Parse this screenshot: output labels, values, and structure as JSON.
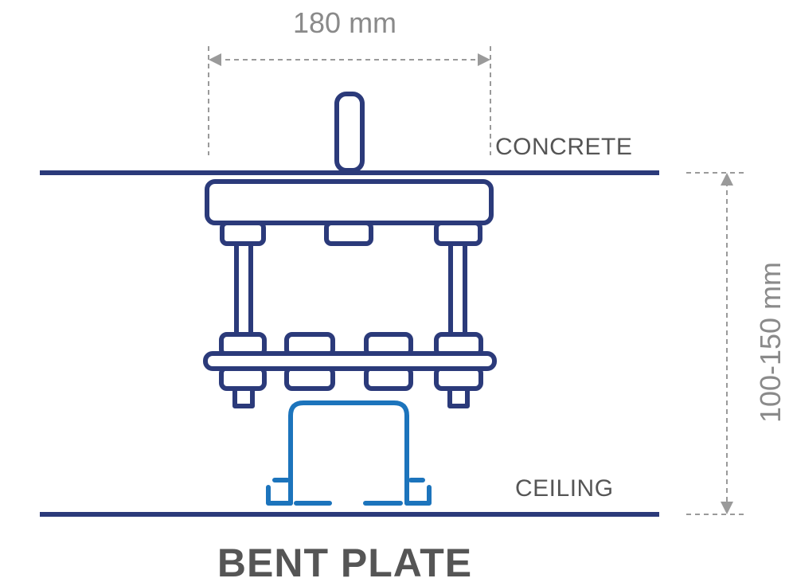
{
  "diagram": {
    "dimension_width": "180 mm",
    "dimension_height": "100-150 mm",
    "label_concrete": "CONCRETE",
    "label_ceiling": "CEILING",
    "title": "BENT PLATE"
  },
  "colors": {
    "structure": "#2b3a7a",
    "profile": "#1c74bc",
    "dimension": "#9a9a9a",
    "text": "#555555"
  }
}
